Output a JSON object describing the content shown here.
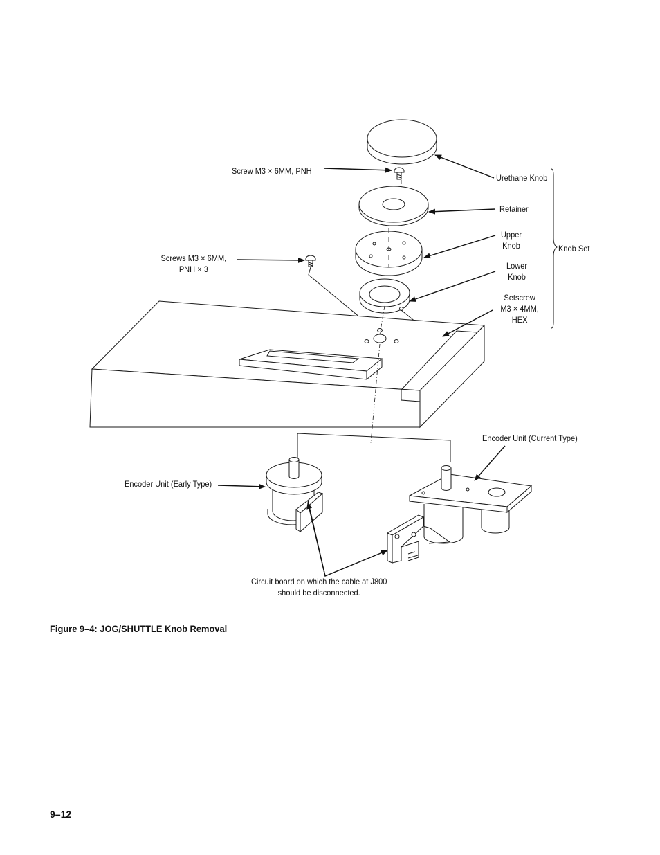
{
  "labels": {
    "screw_single": "Screw M3 × 6MM, PNH",
    "screws_multi_1": "Screws M3 × 6MM,",
    "screws_multi_2": "PNH × 3",
    "urethane_knob": "Urethane Knob",
    "retainer": "Retainer",
    "upper_knob_1": "Upper",
    "upper_knob_2": "Knob",
    "lower_knob_1": "Lower",
    "lower_knob_2": "Knob",
    "setscrew_1": "Setscrew",
    "setscrew_2": "M3 × 4MM,",
    "setscrew_3": "HEX",
    "knob_set": "Knob Set",
    "encoder_current": "Encoder Unit (Current Type)",
    "encoder_early": "Encoder Unit (Early Type)",
    "circuit_board_1": "Circuit board on which the cable at J800",
    "circuit_board_2": "should be disconnected."
  },
  "caption": "Figure 9–4: JOG/SHUTTLE Knob Removal",
  "page_number": "9–12"
}
